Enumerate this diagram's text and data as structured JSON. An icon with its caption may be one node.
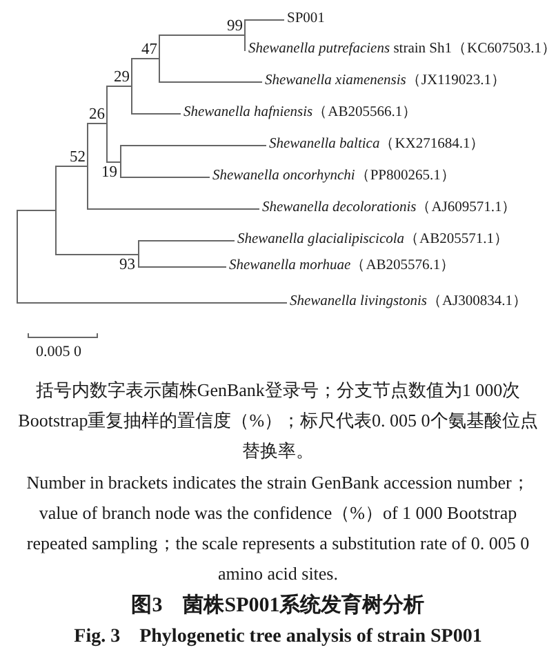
{
  "diagram": {
    "title": "图3　菌株SP001系统发育树分析",
    "caption": "Fig. 3　Phylogenetic tree analysis of strain SP001",
    "nodes": [
      {
        "text": [
          "SP001"
        ]
      },
      {
        "text": [
          "99"
        ]
      },
      {
        "text": [
          "47"
        ]
      },
      {
        "text": [
          "*Shewanella putrefaciens* strain Sh1（KC607503.1）"
        ]
      },
      {
        "text": [
          "29"
        ]
      },
      {
        "text": [
          "*Shewanella xiamenensis*（JX119023.1）"
        ]
      },
      {
        "text": [
          "26"
        ]
      },
      {
        "text": [
          "*Shewanella hafniensis*（AB205566.1）"
        ]
      },
      {
        "text": [
          "*Shewanella baltica*（KX271684.1）"
        ]
      },
      {
        "text": [
          "52"
        ]
      },
      {
        "text": [
          "19"
        ]
      },
      {
        "text": [
          "*Shewanella oncorhynchi*（PP800265.1）"
        ]
      },
      {
        "text": [
          "*Shewanella decolorationis*（AJ609571.1）"
        ]
      },
      {
        "text": [
          "*Shewanella glacialipiscicola*（AB205571.1）"
        ]
      },
      {
        "text": [
          "93"
        ]
      },
      {
        "text": [
          "*Shewanella morhuae*（AB205576.1）"
        ]
      },
      {
        "text": [
          "*Shewanella livingstonis*（AJ300834.1）"
        ]
      },
      {
        "text": [],
        "shape": "line"
      },
      {
        "text": [],
        "shape": "line"
      }
    ],
    "edges": [
      {
        "from": 1,
        "to": 0,
        "arrow": "none"
      },
      {
        "from": 1,
        "to": 3,
        "arrow": "none"
      },
      {
        "from": 2,
        "to": 1,
        "arrow": "none"
      },
      {
        "from": 2,
        "to": 5,
        "arrow": "none"
      },
      {
        "from": 4,
        "to": 2,
        "arrow": "none"
      },
      {
        "from": 4,
        "to": 7,
        "arrow": "none"
      },
      {
        "from": 6,
        "to": 4,
        "arrow": "none"
      },
      {
        "from": 6,
        "to": 10,
        "arrow": "none"
      },
      {
        "from": 10,
        "to": 8,
        "arrow": "none"
      },
      {
        "from": 10,
        "to": 11,
        "arrow": "none"
      },
      {
        "from": 9,
        "to": 6,
        "arrow": "none"
      },
      {
        "from": 9,
        "to": 12,
        "arrow": "none"
      },
      {
        "from": 14,
        "to": 13,
        "arrow": "none"
      },
      {
        "from": 14,
        "to": 15,
        "arrow": "none"
      },
      {
        "from": 18,
        "to": 9,
        "arrow": "none"
      },
      {
        "from": 18,
        "to": 14,
        "arrow": "none"
      },
      {
        "from": 17,
        "to": 18,
        "arrow": "none"
      },
      {
        "from": 17,
        "to": 16,
        "arrow": "none"
      }
    ],
    "labels": [
      "0.005 0",
      "括号内数字表示菌株GenBank登录号；分支节点数值为1 000次Bootstrap重复抽样的置信度（%）；标尺代表0. 005 0个氨基酸位点替换率。",
      "Number in brackets indicates the strain GenBank accession number； value of branch node was the confidence（%）of 1 000 Bootstrap repeated sampling；the scale represents a substitution rate of 0. 005 0 amino acid sites."
    ]
  }
}
